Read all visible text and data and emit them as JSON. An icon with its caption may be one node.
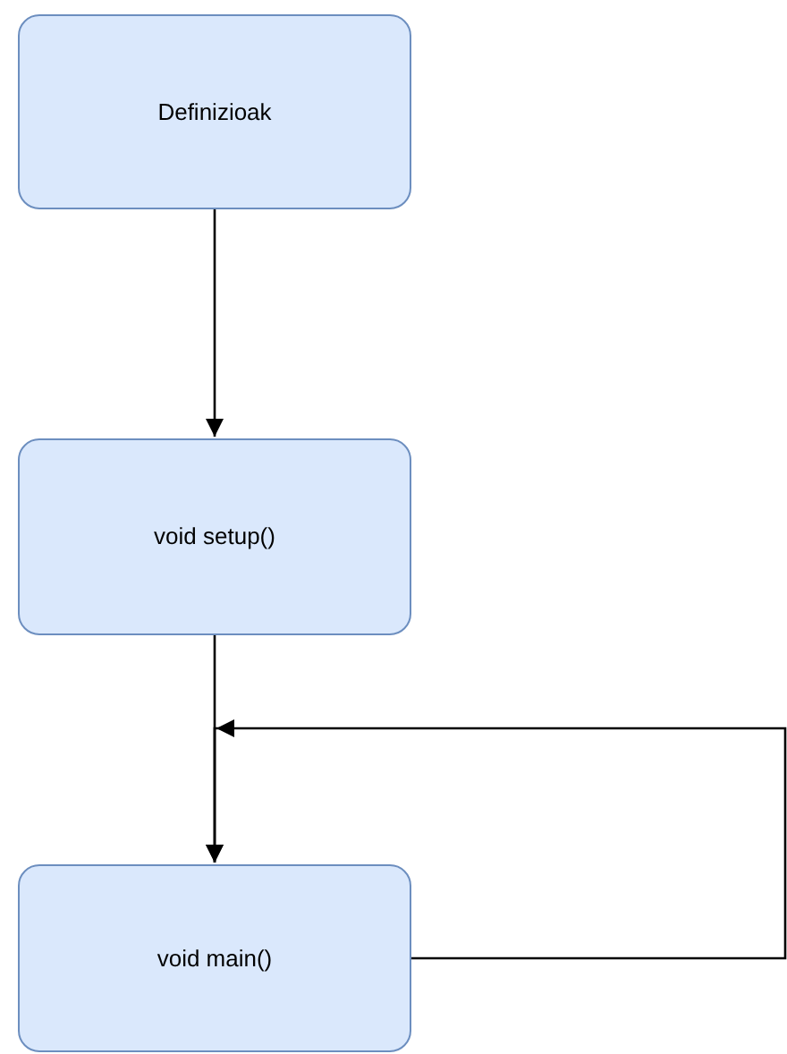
{
  "diagram": {
    "nodes": [
      {
        "text": [
          "Definizioak"
        ]
      },
      {
        "text": [
          "void setup()"
        ]
      },
      {
        "text": [
          "void main()"
        ]
      }
    ],
    "edges": [
      {
        "from": 0,
        "to": 1,
        "arrow": "to"
      },
      {
        "from": 1,
        "to": 2,
        "arrow": "to"
      },
      {
        "from": 2,
        "to": 2,
        "arrow": "to"
      }
    ]
  }
}
